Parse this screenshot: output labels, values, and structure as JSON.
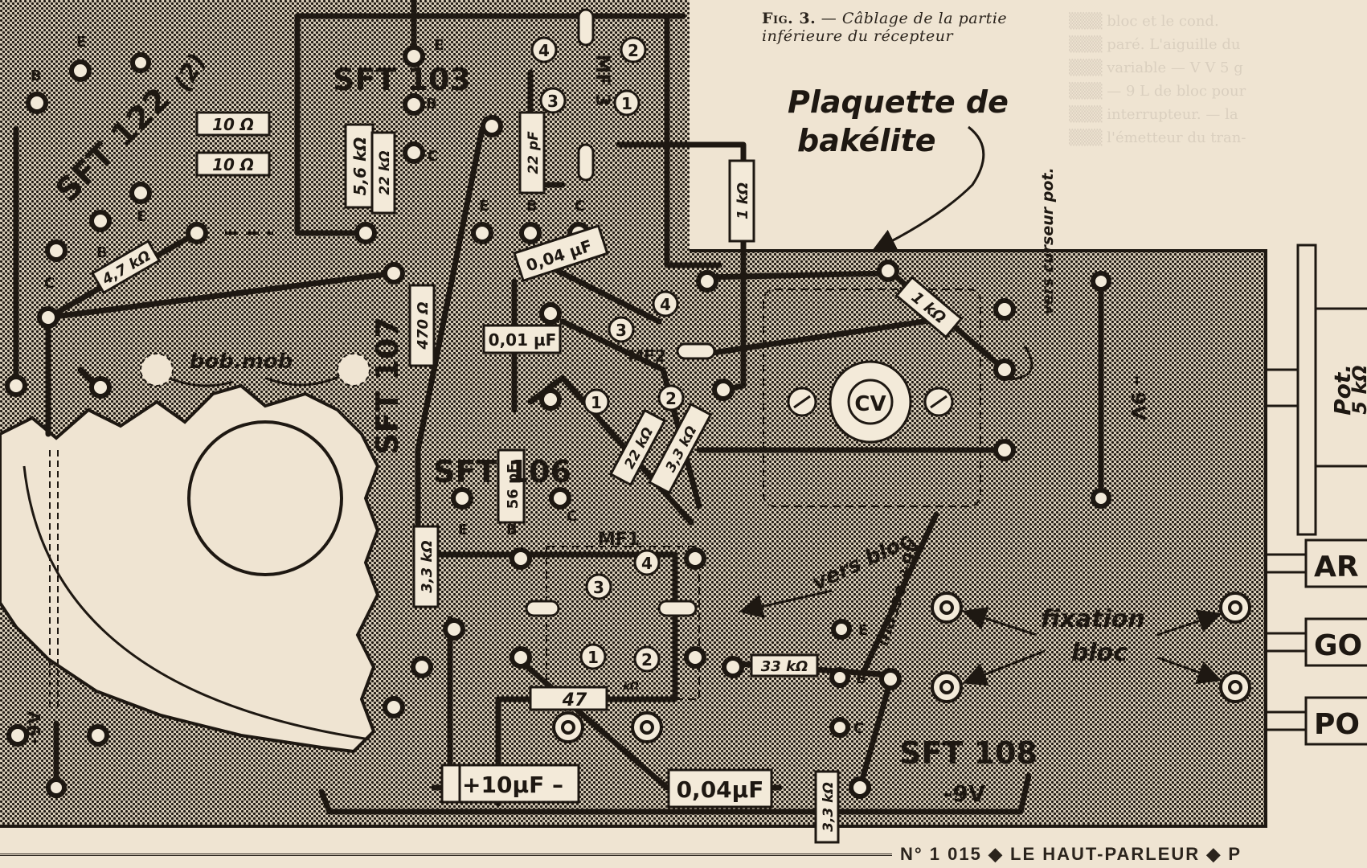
{
  "figure": {
    "number": "Fig. 3.",
    "dash": "—",
    "caption": "Câblage de la partie inférieure du récepteur"
  },
  "footer": {
    "issue": "N° 1 015",
    "separator": "◆",
    "publication": "LE HAUT-PARLEUR",
    "trailing": "P"
  },
  "annotations": {
    "board_label_line1": "Plaquette de",
    "board_label_line2": "bakélite",
    "vers_curseur_pot": "vers curseur pot.",
    "vers_bloc": "vers bloc",
    "fixation_bloc_line1": "fixation",
    "fixation_bloc_line2": "bloc",
    "bob_mob": "bob.mob",
    "masse_plus9v": "masse +9V",
    "minus9v_right": "– 9V",
    "minus9v_bottom": "-9V",
    "minus9v_left": "-9V",
    "cv": "CV",
    "mark_2": "(2)"
  },
  "transistors": [
    {
      "id": "SFT 122",
      "pins": [
        "E",
        "B",
        "C"
      ]
    },
    {
      "id": "SFT 103",
      "pins": [
        "E",
        "B",
        "C"
      ]
    },
    {
      "id": "SFT 107",
      "pins": [
        "E",
        "B",
        "C"
      ]
    },
    {
      "id": "SFT 106",
      "pins": [
        "E",
        "B",
        "C"
      ]
    },
    {
      "id": "SFT 108",
      "pins": [
        "E",
        "B",
        "C"
      ]
    }
  ],
  "if_transformers": [
    {
      "id": "MF 3",
      "pins": [
        "1",
        "2",
        "3",
        "4"
      ]
    },
    {
      "id": "MF2",
      "pins": [
        "1",
        "2",
        "3",
        "4"
      ]
    },
    {
      "id": "MF1",
      "pins": [
        "1",
        "2",
        "3",
        "4"
      ]
    }
  ],
  "components": {
    "r_10ohm_a": "10 Ω",
    "r_10ohm_b": "10 Ω",
    "r_56k": "5,6 kΩ",
    "r_22k_a": "22 kΩ",
    "c_22pf": "22 pF",
    "r_1k_a": "1 kΩ",
    "r_47k": "4,7 kΩ",
    "r_470": "470 Ω",
    "c_004_a": "0,04 µF",
    "c_001": "0,01 µF",
    "c_56pf": "56 pF",
    "r_22k_b": "22 kΩ",
    "r_33k_a": "3,3 kΩ",
    "r_1k_b": "1 kΩ",
    "r_33k_b": "3,3 kΩ",
    "r_33k_c": "33 kΩ",
    "r_33k_d": "3,3 kΩ",
    "r_47_mf1": "47",
    "r_47_unit": "kΩ",
    "c_10uf": "+10µF –",
    "c_004_b": "0,04µF"
  },
  "side_panel": {
    "pot_label_line1": "Pot.",
    "pot_label_line2": "5 kΩ",
    "switches": [
      "AR",
      "GO",
      "PO"
    ]
  },
  "colors": {
    "paper": "#efe4d2",
    "ink": "#1e1812",
    "board_tint": "#8b8377"
  }
}
